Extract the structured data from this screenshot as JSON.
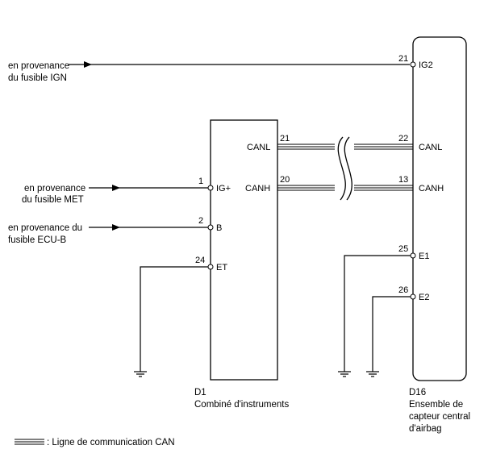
{
  "sources": {
    "ign": [
      "en provenance",
      "du fusible IGN"
    ],
    "met": [
      "en provenance",
      "du fusible MET"
    ],
    "ecub": [
      "en provenance du",
      "fusible ECU-B"
    ]
  },
  "d1": {
    "code": "D1",
    "name": "Combiné d'instruments",
    "pins": {
      "igp": {
        "num": "1",
        "label": "IG+"
      },
      "b": {
        "num": "2",
        "label": "B"
      },
      "et": {
        "num": "24",
        "label": "ET"
      },
      "canl": {
        "num": "21",
        "label": "CANL"
      },
      "canh": {
        "num": "20",
        "label": "CANH"
      }
    }
  },
  "d16": {
    "code": "D16",
    "name": [
      "Ensemble de",
      "capteur central",
      "d'airbag"
    ],
    "pins": {
      "ig2": {
        "num": "21",
        "label": "IG2"
      },
      "canl": {
        "num": "22",
        "label": "CANL"
      },
      "canh": {
        "num": "13",
        "label": "CANH"
      },
      "e1": {
        "num": "25",
        "label": "E1"
      },
      "e2": {
        "num": "26",
        "label": "E2"
      }
    }
  },
  "legend": {
    "text": ": Ligne de communication CAN"
  }
}
